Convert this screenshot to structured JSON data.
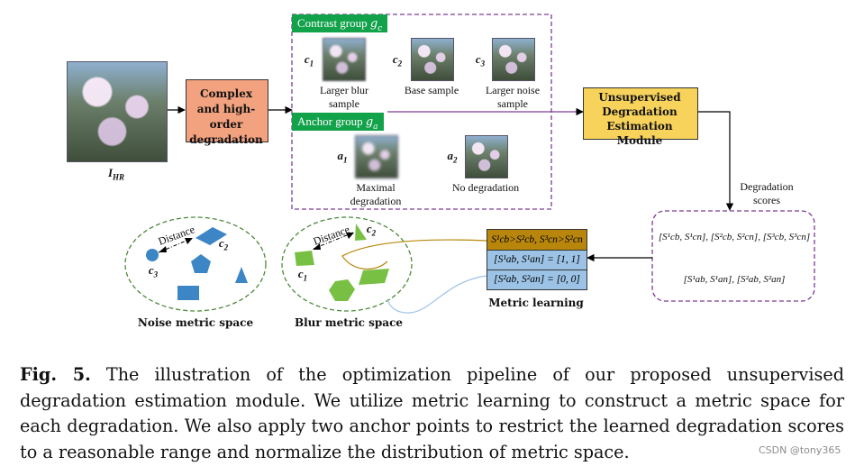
{
  "input_image": {
    "label": "I",
    "label_sub": "HR"
  },
  "degradation_box": {
    "title": "Complex and high-order degradation"
  },
  "contrast_group": {
    "title": "Contrast group",
    "symbol": "g",
    "symbol_sub": "c",
    "samples": [
      {
        "id": "c",
        "sub": "1",
        "label": "Larger blur sample"
      },
      {
        "id": "c",
        "sub": "2",
        "label": "Base sample"
      },
      {
        "id": "c",
        "sub": "3",
        "label": "Larger noise sample"
      }
    ]
  },
  "anchor_group": {
    "title": "Anchor group",
    "symbol": "g",
    "symbol_sub": "a",
    "samples": [
      {
        "id": "a",
        "sub": "1",
        "label": "Maximal degradation"
      },
      {
        "id": "a",
        "sub": "2",
        "label": "No degradation"
      }
    ]
  },
  "estimation_module": {
    "title": "Unsupervised Degradation Estimation Module"
  },
  "scores": {
    "label": "Degradation scores",
    "row1": "[S¹cb, S¹cn], [S²cb, S²cn], [S³cb, S³cn]",
    "row2": "[S¹ab, S¹an], [S²ab, S²an]"
  },
  "metric_learning": {
    "title": "Metric learning",
    "rule": "S¹cb>S²cb, S³cn>S²cn",
    "anchor1": "[S¹ab, S¹an] = [1, 1]",
    "anchor2": "[S²ab, S²an] = [0, 0]"
  },
  "noise_space": {
    "title": "Noise metric space",
    "distance": "Distance",
    "points": [
      "c2",
      "c3"
    ]
  },
  "blur_space": {
    "title": "Blur metric space",
    "distance": "Distance",
    "points": [
      "c2",
      "c1"
    ]
  },
  "caption": {
    "lead": "Fig. 5.",
    "text": "The illustration of the optimization pipeline of our proposed unsupervised degradation estimation module. We utilize metric learning to construct a metric space for each degradation. We also apply two anchor points to restrict the learned degradation scores to a reasonable range and normalize the distribution of metric space."
  },
  "watermark": "CSDN @tony365",
  "colors": {
    "green": "#12a24a",
    "orange_box": "#f2a27e",
    "yellow_box": "#f8d35b",
    "purple_dash": "#7d3c98",
    "olive_dash": "#4d8a3a",
    "blue_shape": "#3d86c6",
    "metric_head": "#b8860b",
    "metric_cell": "#9cc3e6"
  }
}
